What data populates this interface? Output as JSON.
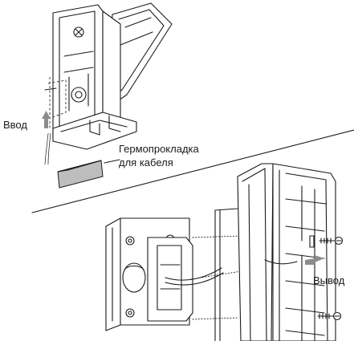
{
  "labels": {
    "input": "Ввод",
    "gasket_line1": "Гермопрокладка",
    "gasket_line2": "для кабеля",
    "output": "Вывод"
  },
  "colors": {
    "ink": "#1a1a1a",
    "arrow": "#8c8c8c",
    "gasket": "#bdbdbd"
  }
}
